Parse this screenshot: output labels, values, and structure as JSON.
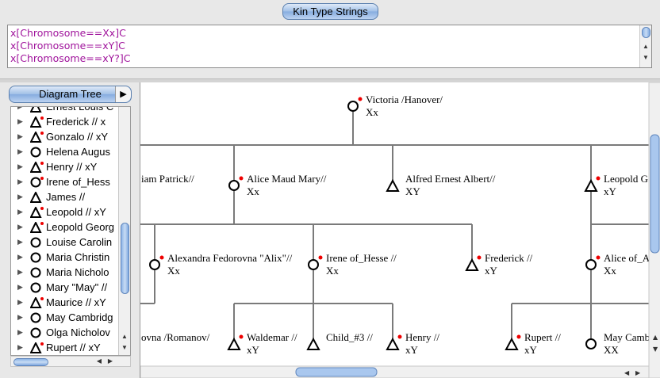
{
  "kin_panel": {
    "title": "Kin Type Strings",
    "lines": [
      "x[Chromosome==Xx]C",
      "x[Chromosome==xY]C",
      "x[Chromosome==xY?]C"
    ]
  },
  "tree_panel": {
    "title": "Diagram Tree",
    "items": [
      {
        "label": "Ernest Louis C",
        "shape": "triangle",
        "dot": false
      },
      {
        "label": "Frederick  // x",
        "shape": "triangle",
        "dot": true
      },
      {
        "label": "Gonzalo  // xY",
        "shape": "triangle",
        "dot": true
      },
      {
        "label": "Helena Augus",
        "shape": "circle",
        "dot": false
      },
      {
        "label": "Henry  // xY",
        "shape": "triangle",
        "dot": true
      },
      {
        "label": "Irene of_Hess",
        "shape": "circle",
        "dot": true
      },
      {
        "label": "James  //",
        "shape": "triangle",
        "dot": false
      },
      {
        "label": "Leopold  // xY",
        "shape": "triangle",
        "dot": true
      },
      {
        "label": "Leopold Georg",
        "shape": "triangle",
        "dot": true
      },
      {
        "label": "Louise Carolin",
        "shape": "circle",
        "dot": false
      },
      {
        "label": "Maria Christin",
        "shape": "circle",
        "dot": false
      },
      {
        "label": "Maria Nicholo",
        "shape": "circle",
        "dot": false
      },
      {
        "label": "Mary \"May\" //",
        "shape": "circle",
        "dot": false
      },
      {
        "label": "Maurice  // xY",
        "shape": "triangle",
        "dot": true
      },
      {
        "label": "May Cambridg",
        "shape": "circle",
        "dot": false
      },
      {
        "label": "Olga Nicholov",
        "shape": "circle",
        "dot": false
      },
      {
        "label": "Rupert  // xY",
        "shape": "triangle",
        "dot": true
      }
    ]
  },
  "diagram": {
    "nodes": {
      "victoria": {
        "name": "Victoria /Hanover/",
        "type": "Xx"
      },
      "patrick": {
        "name": "iam Patrick//",
        "type": ""
      },
      "alice_maud": {
        "name": "Alice Maud Mary//",
        "type": "Xx"
      },
      "alfred": {
        "name": "Alfred Ernest Albert//",
        "type": "XY"
      },
      "leopold": {
        "name": "Leopold G",
        "type": "xY"
      },
      "alexandra": {
        "name": "Alexandra Fedorovna \"Alix\"//",
        "type": "Xx"
      },
      "irene": {
        "name": "Irene of_Hesse //",
        "type": "Xx"
      },
      "frederick": {
        "name": "Frederick //",
        "type": "xY"
      },
      "alice_of": {
        "name": "Alice of_A",
        "type": "Xx"
      },
      "romanov": {
        "name": "ovna /Romanov/",
        "type": ""
      },
      "waldemar": {
        "name": "Waldemar //",
        "type": "xY"
      },
      "child3": {
        "name": "Child_#3 //",
        "type": ""
      },
      "henry": {
        "name": "Henry //",
        "type": "xY"
      },
      "rupert": {
        "name": "Rupert //",
        "type": "xY"
      },
      "may_camb": {
        "name": "May Camb",
        "type": "XX"
      }
    }
  }
}
